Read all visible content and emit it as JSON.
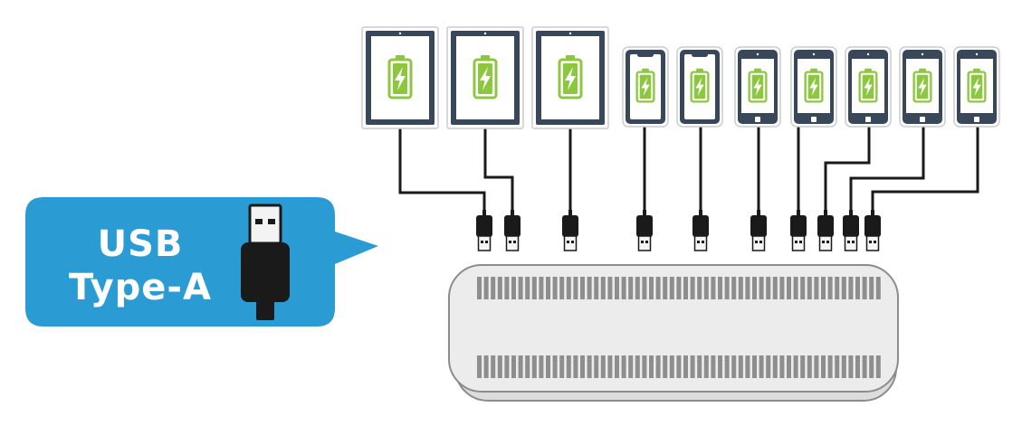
{
  "callout": {
    "line1": "USB",
    "line2": "Type-A",
    "color": "#2a9bd3",
    "icon": "usb-a-plug-icon"
  },
  "colors": {
    "device_frame": "#39475a",
    "battery": "#8dc63f",
    "cable": "#1a1a1a",
    "hub_body": "#e9e9ea",
    "hub_outline": "#8c8c8c",
    "vent": "#8e8e8e"
  },
  "devices": [
    {
      "kind": "tablet-large",
      "icon": "battery-charging-icon"
    },
    {
      "kind": "tablet-large",
      "icon": "battery-charging-icon"
    },
    {
      "kind": "tablet-large",
      "icon": "battery-charging-icon"
    },
    {
      "kind": "phone-notch",
      "icon": "battery-charging-icon"
    },
    {
      "kind": "phone-notch",
      "icon": "battery-charging-icon"
    },
    {
      "kind": "phone-home-button",
      "icon": "battery-charging-icon"
    },
    {
      "kind": "phone-home-button",
      "icon": "battery-charging-icon"
    },
    {
      "kind": "phone-home-button",
      "icon": "battery-charging-icon"
    },
    {
      "kind": "phone-home-button",
      "icon": "battery-charging-icon"
    },
    {
      "kind": "phone-home-button",
      "icon": "battery-charging-icon"
    }
  ],
  "hub": {
    "icon": "usb-hub-icon",
    "port_count": 10
  }
}
